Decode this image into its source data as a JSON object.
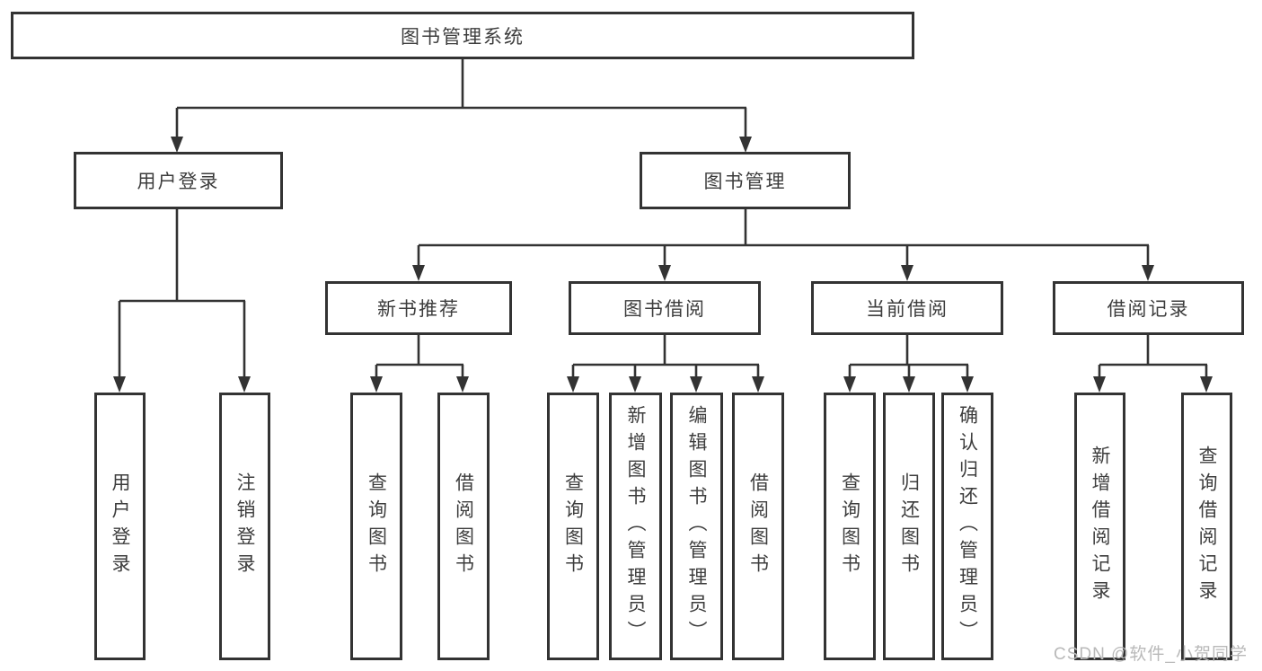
{
  "diagram": {
    "root": {
      "label": "图书管理系统"
    },
    "branches": {
      "user_login": {
        "label": "用户登录",
        "children": [
          "用户登录",
          "注销登录"
        ]
      },
      "book_mgmt": {
        "label": "图书管理",
        "sections": [
          {
            "label": "新书推荐",
            "children": [
              "查询图书",
              "借阅图书"
            ]
          },
          {
            "label": "图书借阅",
            "children": [
              "查询图书",
              "新增图书（管理员）",
              "编辑图书（管理员）",
              "借阅图书"
            ]
          },
          {
            "label": "当前借阅",
            "children": [
              "查询图书",
              "归还图书",
              "确认归还（管理员）"
            ]
          },
          {
            "label": "借阅记录",
            "children": [
              "新增借阅记录",
              "查询借阅记录"
            ]
          }
        ]
      }
    }
  },
  "watermark": {
    "text": "CSDN @软件_小贺同学"
  },
  "colors": {
    "line": "#333333",
    "box_border": "#333333",
    "text": "#3d3d3d",
    "watermark": "#b9b9b9"
  }
}
